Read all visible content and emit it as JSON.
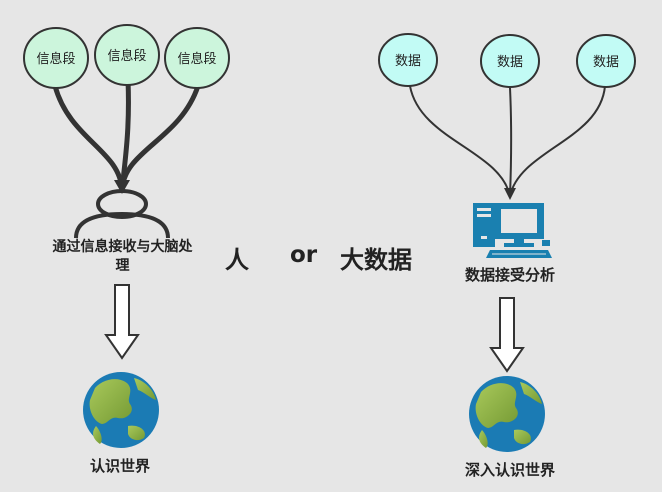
{
  "human": {
    "sources": [
      "信息段",
      "信息段",
      "信息段"
    ],
    "process_label": "通过信息接收与大脑处理",
    "result_label": "认识世界"
  },
  "bigdata": {
    "sources": [
      "数据",
      "数据",
      "数据"
    ],
    "process_label": "数据接受分析",
    "result_label": "深入认识世界"
  },
  "vs": {
    "left": "人",
    "middle": "or",
    "right": "大数据"
  },
  "colors": {
    "background": "#e6e6e6",
    "info_node_fill": "#ccf5dc",
    "data_node_fill": "#c2fbf5",
    "node_stroke": "#333333",
    "curve": "#333333",
    "computer": "#1a80b0",
    "ocean": "#1b7bb4",
    "land": "#8fb34a"
  },
  "icons": {
    "person": "person-icon",
    "computer": "computer-icon",
    "globe": "globe-icon",
    "arrow": "down-arrow-icon"
  }
}
